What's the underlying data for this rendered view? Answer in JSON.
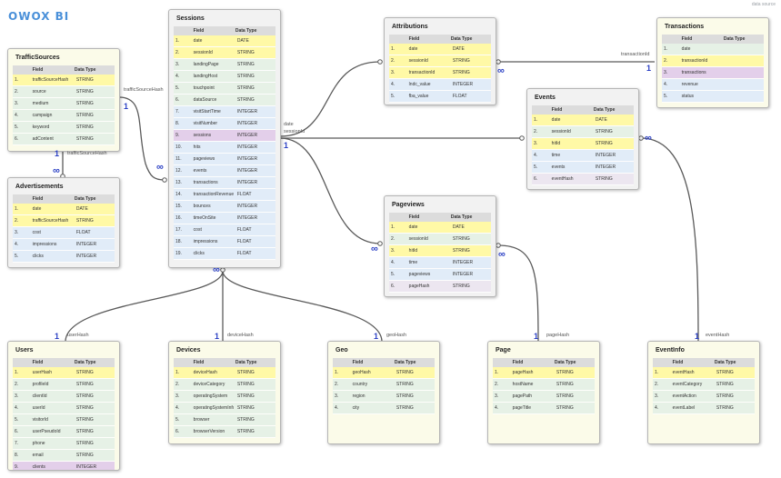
{
  "header": {
    "logo_text": "OWOX BI",
    "source_text": "data source"
  },
  "colors": {
    "key": "#fff9a6",
    "plain": "#e6f1e6",
    "numeric": "#e1ecf8",
    "hash": "#ece6f0",
    "link": "#e3cfea",
    "panel": "#fbfbe9",
    "panel_alt": "#f2f2f2",
    "line": "#5a5a5a",
    "cardinality": "#2a3fc4"
  },
  "table_header": {
    "field": "Field",
    "type": "Data Type"
  },
  "entities": [
    {
      "id": "trafficsources",
      "title": "TrafficSources",
      "rows": [
        [
          "1.",
          "trafficSourceHash",
          "STRING",
          "key"
        ],
        [
          "2.",
          "source",
          "STRING",
          "plain"
        ],
        [
          "3.",
          "medium",
          "STRING",
          "plain"
        ],
        [
          "4.",
          "campaign",
          "STRING",
          "plain"
        ],
        [
          "5.",
          "keyword",
          "STRING",
          "plain"
        ],
        [
          "6.",
          "adContent",
          "STRING",
          "plain"
        ]
      ]
    },
    {
      "id": "advertisements",
      "title": "Advertisements",
      "rows": [
        [
          "1.",
          "date",
          "DATE",
          "key"
        ],
        [
          "2.",
          "trafficSourceHash",
          "STRING",
          "key"
        ],
        [
          "3.",
          "cost",
          "FLOAT",
          "numeric"
        ],
        [
          "4.",
          "impressions",
          "INTEGER",
          "numeric"
        ],
        [
          "5.",
          "clicks",
          "INTEGER",
          "numeric"
        ]
      ]
    },
    {
      "id": "sessions",
      "title": "Sessions",
      "rows": [
        [
          "1.",
          "date",
          "DATE",
          "key"
        ],
        [
          "2.",
          "sessionId",
          "STRING",
          "key"
        ],
        [
          "3.",
          "landingPage",
          "STRING",
          "plain"
        ],
        [
          "4.",
          "landingHost",
          "STRING",
          "plain"
        ],
        [
          "5.",
          "touchpoint",
          "STRING",
          "plain"
        ],
        [
          "6.",
          "dataSource",
          "STRING",
          "plain"
        ],
        [
          "7.",
          "visitStartTime",
          "INTEGER",
          "numeric"
        ],
        [
          "8.",
          "visitNumber",
          "INTEGER",
          "numeric"
        ],
        [
          "9.",
          "sessions",
          "INTEGER",
          "link"
        ],
        [
          "10.",
          "hits",
          "INTEGER",
          "numeric"
        ],
        [
          "11.",
          "pageviews",
          "INTEGER",
          "numeric"
        ],
        [
          "12.",
          "events",
          "INTEGER",
          "numeric"
        ],
        [
          "13.",
          "transactions",
          "INTEGER",
          "numeric"
        ],
        [
          "14.",
          "transactionRevenue",
          "FLOAT",
          "numeric"
        ],
        [
          "15.",
          "bounces",
          "INTEGER",
          "numeric"
        ],
        [
          "16.",
          "timeOnSite",
          "INTEGER",
          "numeric"
        ],
        [
          "17.",
          "cost",
          "FLOAT",
          "numeric"
        ],
        [
          "18.",
          "impressions",
          "FLOAT",
          "numeric"
        ],
        [
          "19.",
          "clicks",
          "FLOAT",
          "numeric"
        ]
      ]
    },
    {
      "id": "attributions",
      "title": "Attributions",
      "rows": [
        [
          "1.",
          "date",
          "DATE",
          "key"
        ],
        [
          "2.",
          "sessionId",
          "STRING",
          "key"
        ],
        [
          "3.",
          "transactionId",
          "STRING",
          "key"
        ],
        [
          "4.",
          "lndc_value",
          "INTEGER",
          "numeric"
        ],
        [
          "5.",
          "fba_value",
          "FLOAT",
          "numeric"
        ]
      ]
    },
    {
      "id": "transactions",
      "title": "Transactions",
      "rows": [
        [
          "1.",
          "date",
          "",
          "plain"
        ],
        [
          "2.",
          "transactionId",
          "",
          "key"
        ],
        [
          "3.",
          "transactions",
          "",
          "link"
        ],
        [
          "4.",
          "revenue",
          "",
          "numeric"
        ],
        [
          "5.",
          "status",
          "",
          "numeric"
        ]
      ]
    },
    {
      "id": "events",
      "title": "Events",
      "rows": [
        [
          "1.",
          "date",
          "DATE",
          "key"
        ],
        [
          "2.",
          "sessionId",
          "STRING",
          "plain"
        ],
        [
          "3.",
          "hitId",
          "STRING",
          "key"
        ],
        [
          "4.",
          "time",
          "INTEGER",
          "numeric"
        ],
        [
          "5.",
          "events",
          "INTEGER",
          "numeric"
        ],
        [
          "6.",
          "eventHash",
          "STRING",
          "hash"
        ]
      ]
    },
    {
      "id": "pageviews",
      "title": "Pageviews",
      "rows": [
        [
          "1.",
          "date",
          "DATE",
          "key"
        ],
        [
          "2.",
          "sessionId",
          "STRING",
          "plain"
        ],
        [
          "3.",
          "hitId",
          "STRING",
          "key"
        ],
        [
          "4.",
          "time",
          "INTEGER",
          "numeric"
        ],
        [
          "5.",
          "pageviews",
          "INTEGER",
          "numeric"
        ],
        [
          "6.",
          "pageHash",
          "STRING",
          "hash"
        ]
      ]
    },
    {
      "id": "users",
      "title": "Users",
      "rows": [
        [
          "1.",
          "userHash",
          "STRING",
          "key"
        ],
        [
          "2.",
          "profileId",
          "STRING",
          "plain"
        ],
        [
          "3.",
          "clientId",
          "STRING",
          "plain"
        ],
        [
          "4.",
          "userId",
          "STRING",
          "plain"
        ],
        [
          "5.",
          "visitorId",
          "STRING",
          "plain"
        ],
        [
          "6.",
          "userPseudoId",
          "STRING",
          "plain"
        ],
        [
          "7.",
          "phone",
          "STRING",
          "plain"
        ],
        [
          "8.",
          "email",
          "STRING",
          "plain"
        ],
        [
          "9.",
          "clients",
          "INTEGER",
          "link"
        ]
      ]
    },
    {
      "id": "devices",
      "title": "Devices",
      "rows": [
        [
          "1.",
          "deviceHash",
          "STRING",
          "key"
        ],
        [
          "2.",
          "deviceCategory",
          "STRING",
          "plain"
        ],
        [
          "3.",
          "operatingSystem",
          "STRING",
          "plain"
        ],
        [
          "4.",
          "operatingSystemInfo",
          "STRING",
          "plain"
        ],
        [
          "5.",
          "browser",
          "STRING",
          "plain"
        ],
        [
          "6.",
          "browserVersion",
          "STRING",
          "plain"
        ]
      ]
    },
    {
      "id": "geo",
      "title": "Geo",
      "rows": [
        [
          "1.",
          "geoHash",
          "STRING",
          "key"
        ],
        [
          "2.",
          "country",
          "STRING",
          "plain"
        ],
        [
          "3.",
          "region",
          "STRING",
          "plain"
        ],
        [
          "4.",
          "city",
          "STRING",
          "plain"
        ]
      ]
    },
    {
      "id": "page",
      "title": "Page",
      "rows": [
        [
          "1.",
          "pageHash",
          "STRING",
          "key"
        ],
        [
          "2.",
          "hostName",
          "STRING",
          "plain"
        ],
        [
          "3.",
          "pagePath",
          "STRING",
          "plain"
        ],
        [
          "4.",
          "pageTitle",
          "STRING",
          "plain"
        ]
      ]
    },
    {
      "id": "eventinfo",
      "title": "EventInfo",
      "rows": [
        [
          "1.",
          "eventHash",
          "STRING",
          "key"
        ],
        [
          "2.",
          "eventCategory",
          "STRING",
          "plain"
        ],
        [
          "3.",
          "eventAction",
          "STRING",
          "plain"
        ],
        [
          "4.",
          "eventLabel",
          "STRING",
          "plain"
        ]
      ]
    }
  ],
  "edges": [
    {
      "id": "ts-ads",
      "label": "trafficSourceHash",
      "from_card": "1",
      "to_card": "∞"
    },
    {
      "id": "ts-sessions",
      "label": "trafficSourceHash",
      "from_card": "1",
      "to_card": "∞"
    },
    {
      "id": "sessions-attr",
      "label": "",
      "from_card": "1",
      "to_card": ""
    },
    {
      "id": "sessions-events",
      "label": "date\nsessionId",
      "from_card": "1",
      "to_card": ""
    },
    {
      "id": "sessions-pageviews",
      "label": "",
      "from_card": "",
      "to_card": "∞"
    },
    {
      "id": "attr-transactions",
      "label": "transactionId",
      "from_card": "∞",
      "to_card": "1"
    },
    {
      "id": "sessions-users",
      "label": "userHash",
      "from_card": "∞",
      "to_card": "1"
    },
    {
      "id": "sessions-devices",
      "label": "deviceHash",
      "from_card": "",
      "to_card": "1"
    },
    {
      "id": "sessions-geo",
      "label": "geoHash",
      "from_card": "",
      "to_card": "1"
    },
    {
      "id": "pageviews-page",
      "label": "pageHash",
      "from_card": "∞",
      "to_card": "1"
    },
    {
      "id": "events-eventinfo",
      "label": "eventHash",
      "from_card": "∞",
      "to_card": "1"
    }
  ]
}
